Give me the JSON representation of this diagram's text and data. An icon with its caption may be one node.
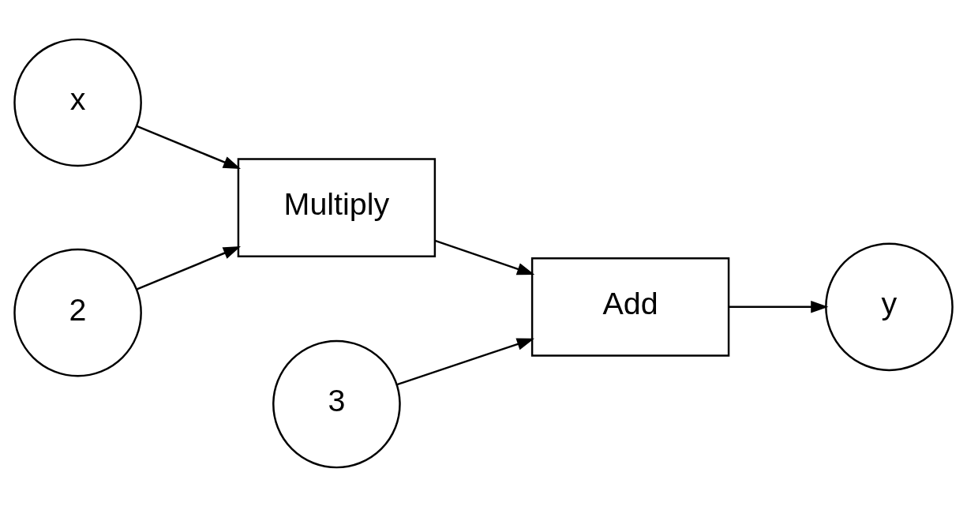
{
  "diagram": {
    "nodes": [
      {
        "text": [
          "x"
        ]
      },
      {
        "text": [
          "Multiply"
        ]
      },
      {
        "text": [
          "2"
        ]
      },
      {
        "text": [
          "Add"
        ]
      },
      {
        "text": [
          "y"
        ]
      },
      {
        "text": [
          "3"
        ]
      }
    ],
    "edges": [
      {
        "from": 0,
        "to": 1,
        "arrow": "to"
      },
      {
        "from": 2,
        "to": 1,
        "arrow": "to"
      },
      {
        "from": 1,
        "to": 3,
        "arrow": "to"
      },
      {
        "from": 5,
        "to": 3,
        "arrow": "to"
      },
      {
        "from": 3,
        "to": 4,
        "arrow": "to"
      }
    ]
  }
}
